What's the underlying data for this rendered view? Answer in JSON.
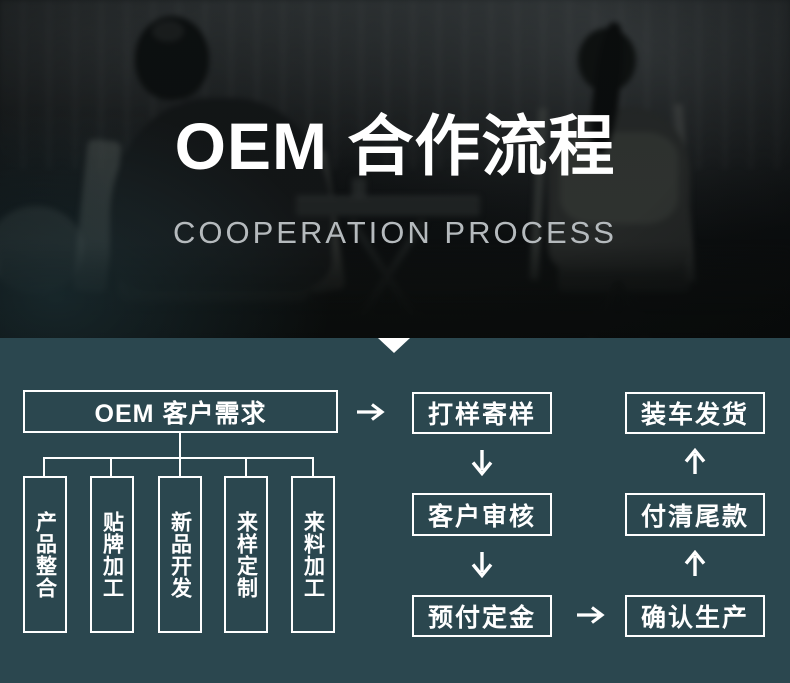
{
  "hero": {
    "title": "OEM 合作流程",
    "subtitle": "COOPERATION PROCESS"
  },
  "flow": {
    "root": {
      "label": "OEM 客户需求"
    },
    "branches": [
      {
        "label": "产品整合"
      },
      {
        "label": "贴牌加工"
      },
      {
        "label": "新品开发"
      },
      {
        "label": "来样定制"
      },
      {
        "label": "来料加工"
      }
    ],
    "steps_middle": [
      {
        "label": "打样寄样"
      },
      {
        "label": "客户审核"
      },
      {
        "label": "预付定金"
      }
    ],
    "steps_right": [
      {
        "label": "装车发货"
      },
      {
        "label": "付清尾款"
      },
      {
        "label": "确认生产"
      }
    ]
  },
  "icons": {
    "triangle_down": "triangle-down-icon",
    "arrow_right": "arrow-right-icon",
    "arrow_down": "arrow-down-icon",
    "arrow_up": "arrow-up-icon"
  },
  "colors": {
    "flow_background": "#2b474f",
    "box_border": "#ffffff",
    "box_text": "#ffffff",
    "hero_title": "#ffffff",
    "hero_subtitle": "#b5babd"
  }
}
